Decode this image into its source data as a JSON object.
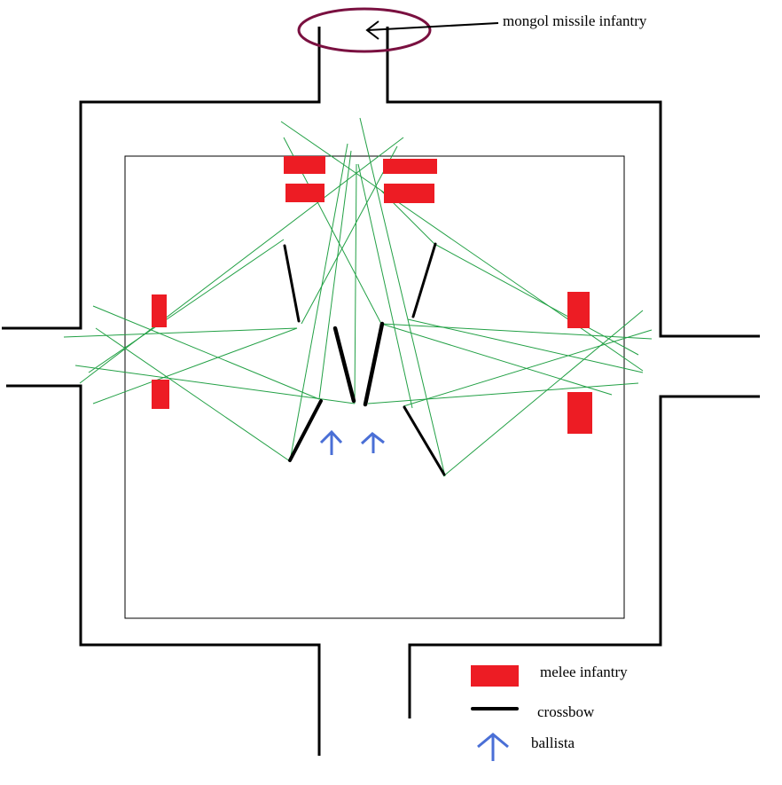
{
  "annotation": {
    "label": "mongol missile infantry"
  },
  "legend": {
    "items": [
      {
        "label": "melee infantry",
        "icon": "red-rectangle"
      },
      {
        "label": "crossbow",
        "icon": "black-line"
      },
      {
        "label": "ballista",
        "icon": "blue-arrow"
      }
    ]
  },
  "colors": {
    "melee": "#ed1c24",
    "crossbow": "#000000",
    "ballista": "#4a6fd6",
    "fire_lines": "#22a045",
    "enemy_circle": "#7a1040"
  }
}
